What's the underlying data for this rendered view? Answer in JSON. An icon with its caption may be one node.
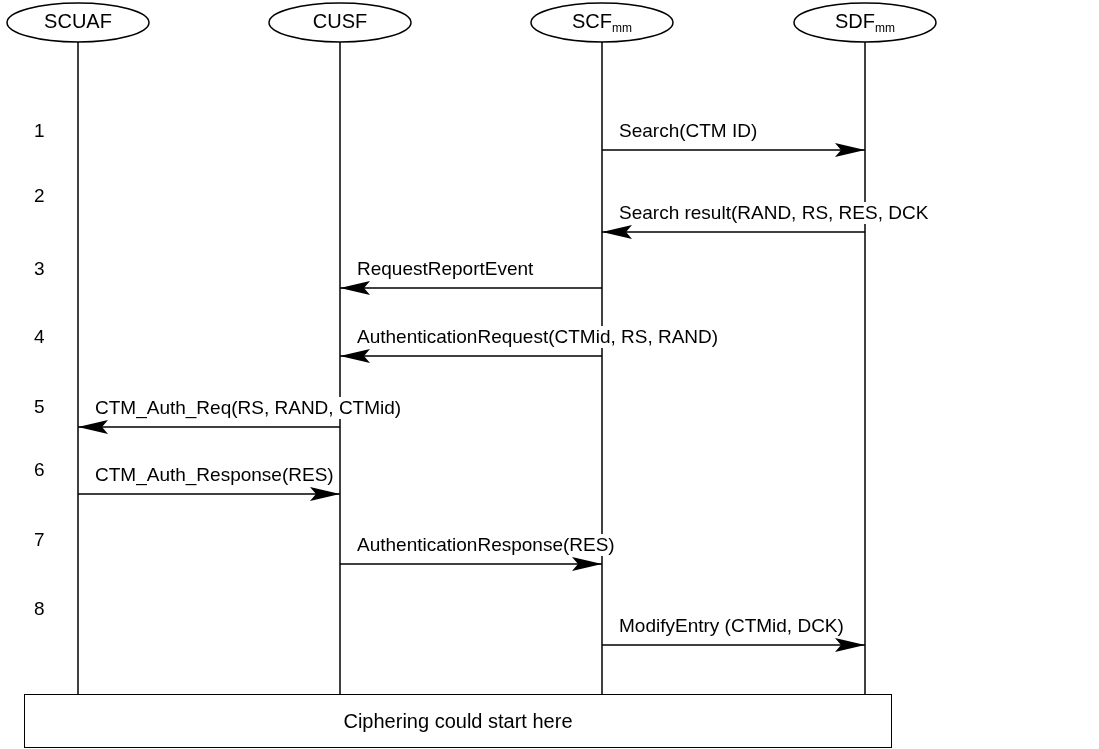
{
  "diagram": {
    "nodes": [
      {
        "text": [
          "SCUAF"
        ]
      },
      {
        "text": [
          "CUSF"
        ]
      },
      {
        "text": [
          "SCF$_{mm}$"
        ]
      },
      {
        "text": [
          "SDF$_{mm}$"
        ]
      },
      {
        "text": [
          "Ciphering could start here"
        ]
      }
    ],
    "edges": [
      {
        "from": 2,
        "to": 3,
        "arrow": "to",
        "label": "Search(CTM ID)"
      },
      {
        "from": 3,
        "to": 2,
        "arrow": "to",
        "label": "Search result(RAND, RS, RES, DCK"
      },
      {
        "from": 2,
        "to": 1,
        "arrow": "to",
        "label": "RequestReportEvent"
      },
      {
        "from": 2,
        "to": 1,
        "arrow": "to",
        "label": "AuthenticationRequest(CTMid, RS, RAND)"
      },
      {
        "from": 1,
        "to": 0,
        "arrow": "to",
        "label": "CTM_Auth_Req(RS, RAND, CTMid)"
      },
      {
        "from": 0,
        "to": 1,
        "arrow": "to",
        "label": "CTM_Auth_Response(RES)"
      },
      {
        "from": 1,
        "to": 2,
        "arrow": "to",
        "label": "AuthenticationResponse(RES)"
      },
      {
        "from": 2,
        "to": 3,
        "arrow": "to",
        "label": "ModifyEntry (CTMid, DCK)"
      }
    ],
    "labels": [
      "1",
      "2",
      "3",
      "4",
      "5",
      "6",
      "7",
      "8"
    ]
  }
}
